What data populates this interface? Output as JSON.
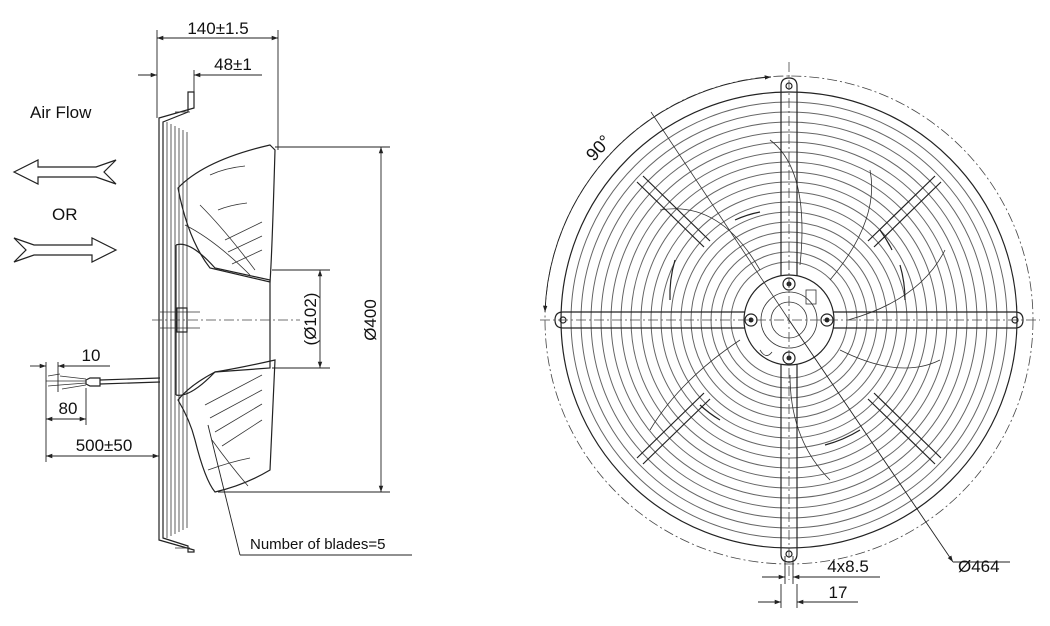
{
  "labels": {
    "air_flow": "Air Flow",
    "or": "OR",
    "number_of_blades": "Number of blades=5"
  },
  "dimensions": {
    "overall_depth": "140±1.5",
    "flange_depth": "48±1",
    "hub_diameter": "(Ø102)",
    "blade_diameter": "Ø400",
    "cable_strip_10": "10",
    "cable_strip_80": "80",
    "cable_length": "500±50",
    "angle": "90°",
    "guard_diameter": "Ø464",
    "mount_hole": "4x8.5",
    "mount_width": "17"
  },
  "colors": {
    "line": "#222222",
    "background": "#ffffff"
  }
}
